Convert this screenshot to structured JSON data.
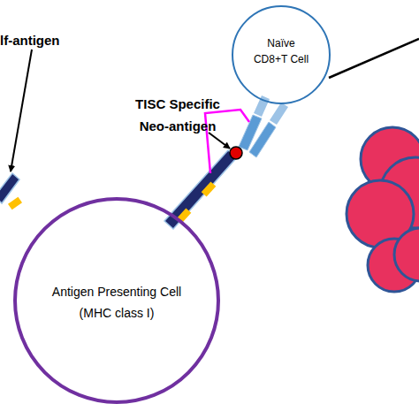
{
  "diagram": {
    "nodes": [
      {
        "text": [
          "Antigen Presenting Cell (MHC class I)"
        ]
      },
      {
        "text": [
          "Naïve CD8+T Cell"
        ]
      }
    ],
    "labels": [
      "lf-antigen",
      "TISC Specific Neo-antigen"
    ]
  }
}
